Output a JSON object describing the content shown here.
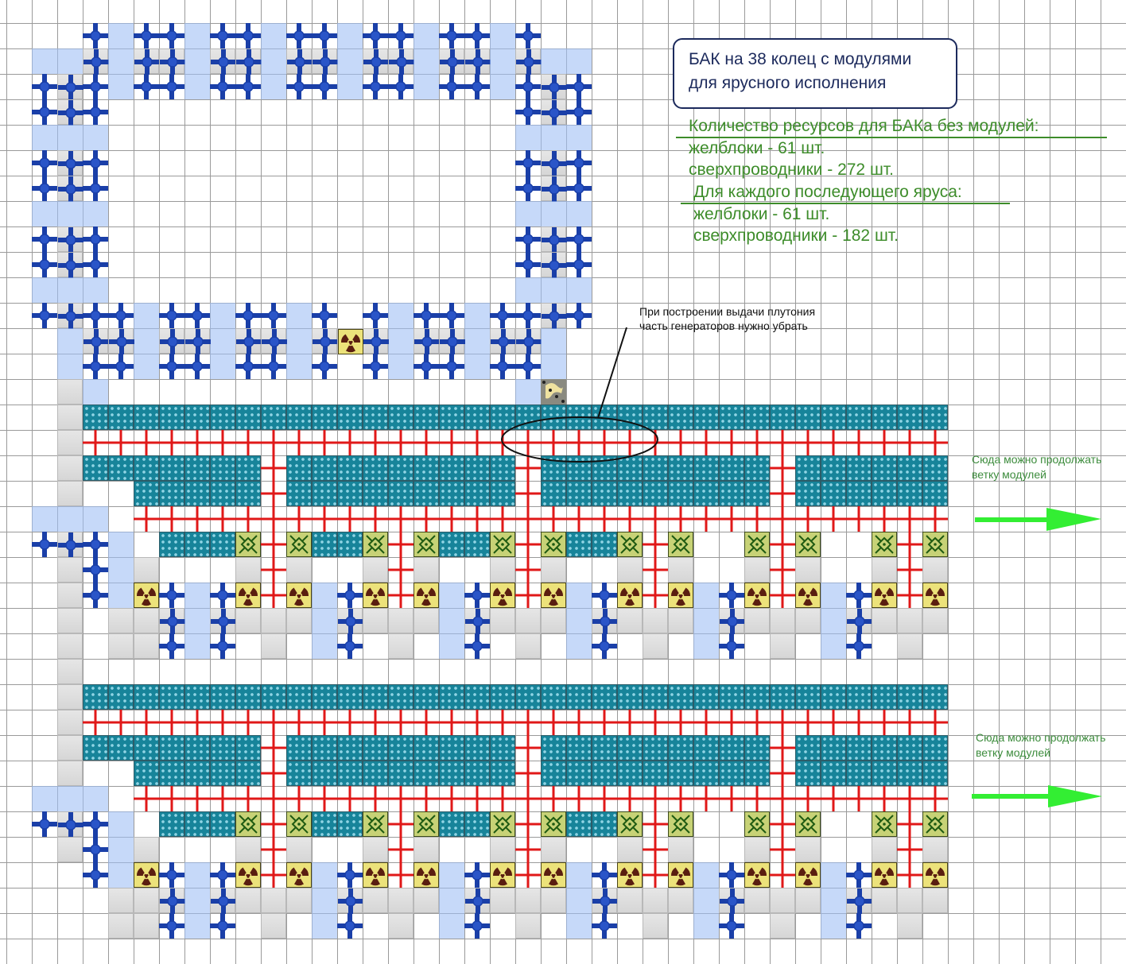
{
  "title": {
    "line1": "БАК на 38 колец с модулями",
    "line2": "для ярусного исполнения"
  },
  "resources": {
    "base_header": "Количество ресурсов для БАКа без модулей:",
    "base_items": [
      "желблоки - 61 шт.",
      "сверхпроводники -  272 шт."
    ],
    "tier_header": "Для каждого последующего яруса:",
    "tier_items": [
      "желблоки - 61 шт.",
      "сверхпроводники - 182 шт."
    ]
  },
  "callout": {
    "line1": "При построении выдачи плутония",
    "line2": "часть генераторов нужно убрать"
  },
  "notes": [
    {
      "line1": "Сюда можно продолжать",
      "line2": "ветку модулей"
    },
    {
      "line1": "Сюда можно продолжать",
      "line2": "ветку модулей"
    }
  ],
  "colors": {
    "conductor": "#1a3fa8",
    "wire": "#e01818",
    "teal": "#17849a",
    "arrow": "#33ee33",
    "note_text": "#3d8c2a",
    "title_border": "#1c2a5c"
  }
}
